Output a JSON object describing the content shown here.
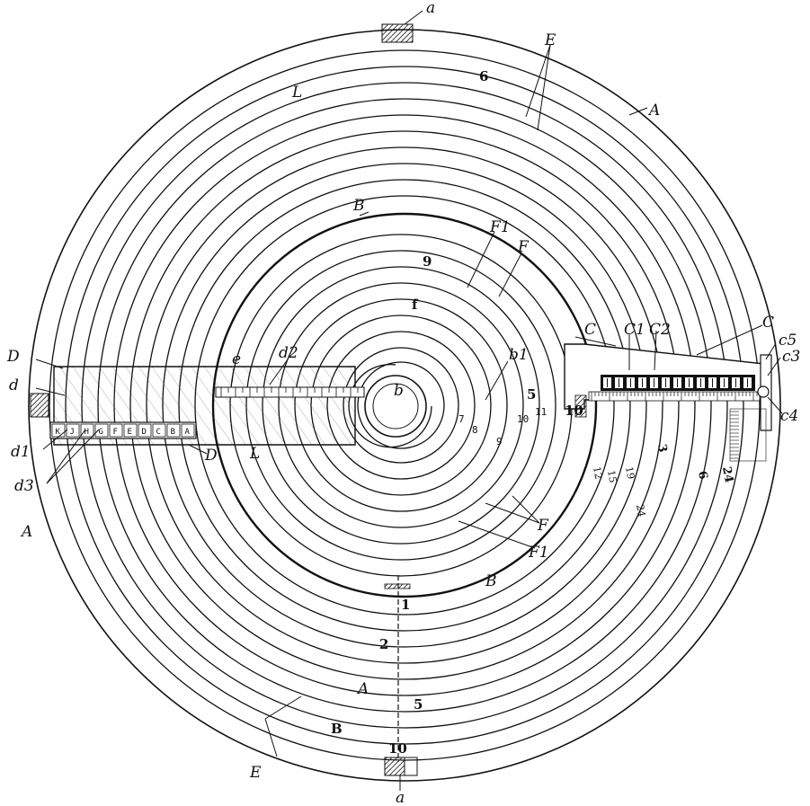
{
  "colors": {
    "ink": "#111111",
    "paper": "#ffffff",
    "hatch": "#444444"
  },
  "labels": {
    "a_top": "a",
    "a_bottom": "a",
    "A_right": "A",
    "A_left": "A",
    "A_lower": "A",
    "E_top": "E",
    "E_bottom": "E",
    "L_top": "L",
    "L_slide": "L",
    "B_top": "B",
    "B_bottom": "B",
    "F1_top": "F1",
    "F_top": "F",
    "F_bottom": "F",
    "F1_bottom": "F1",
    "C_arm": "C",
    "C1": "C1",
    "C2": "C2",
    "C_right": "C",
    "c5": "c5",
    "c3": "c3",
    "c4": "c4",
    "D_top": "D",
    "D_bottom": "D",
    "d": "d",
    "d1": "d1",
    "d2": "d2",
    "d3": "d3",
    "b": "b",
    "b1": "b1",
    "e": "e"
  },
  "ring_numbers": {
    "top_6": "6",
    "inner_9": "9",
    "inner_f": "f",
    "right_5": "5",
    "right_10": "10",
    "bottom_1": "1",
    "bottom_2": "2",
    "bottom_5": "5",
    "bottom_10": "10",
    "bottom_B": "B",
    "bottom_A": "A"
  },
  "inner_scale_numbers": [
    "7",
    "8",
    "9",
    "10",
    "11"
  ],
  "slider_letters": [
    "K",
    "J",
    "H",
    "G",
    "F",
    "E",
    "D",
    "C",
    "B",
    "A"
  ],
  "arm_scale_numbers": [
    "12",
    "15",
    "19",
    "24"
  ],
  "arm_big_numbers": [
    "3",
    "6",
    "24"
  ]
}
